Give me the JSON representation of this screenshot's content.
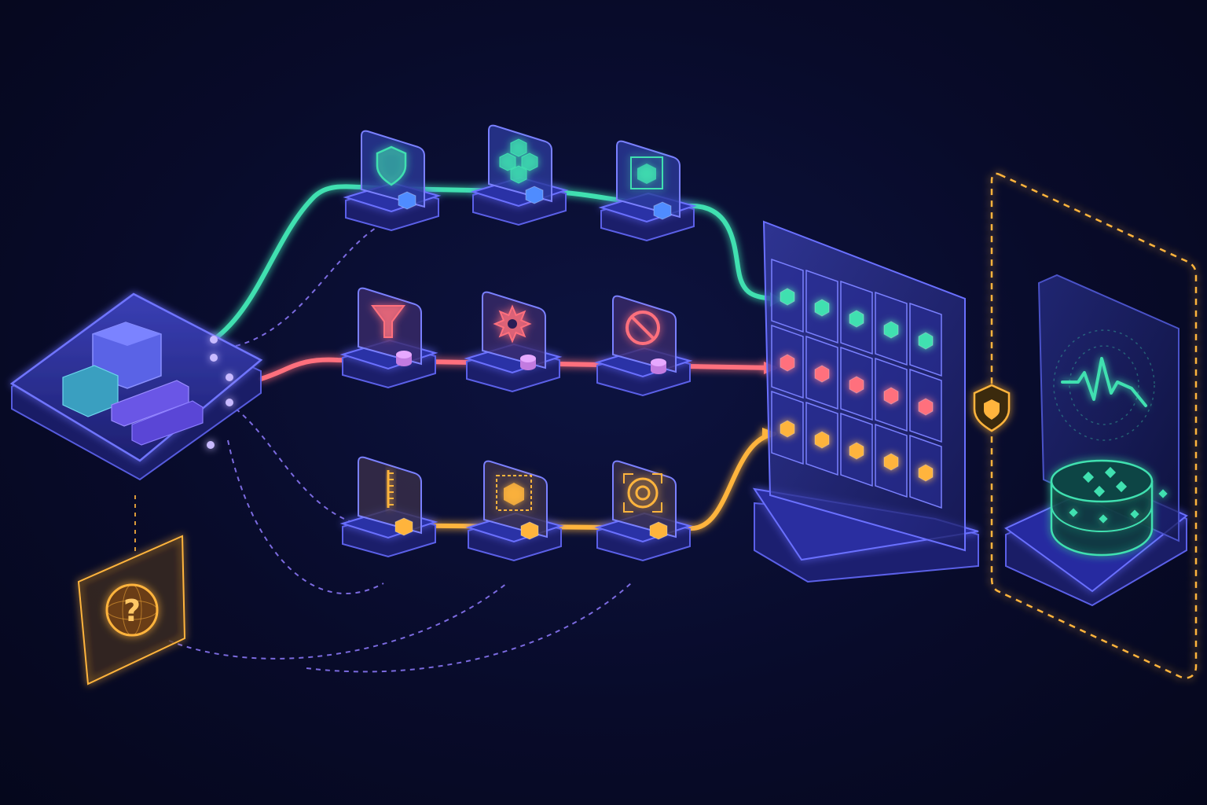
{
  "colors": {
    "background": "#080b2a",
    "teal": "#3fe0b0",
    "coral": "#ff6f7d",
    "amber": "#ffb43c",
    "violet": "#8f7bff",
    "indigo": "#4a4fd8",
    "panel": "#2a2f8a"
  },
  "source": {
    "icon": "stacked-blocks-icon"
  },
  "pipelines": [
    {
      "id": "teal",
      "color": "#3fe0b0",
      "stages": [
        {
          "icon": "shield-icon"
        },
        {
          "icon": "cube-cluster-icon"
        },
        {
          "icon": "framed-cube-icon"
        }
      ]
    },
    {
      "id": "coral",
      "color": "#ff6f7d",
      "stages": [
        {
          "icon": "funnel-icon"
        },
        {
          "icon": "gear-icon"
        },
        {
          "icon": "block-icon"
        }
      ]
    },
    {
      "id": "amber",
      "color": "#ffb43c",
      "stages": [
        {
          "icon": "ruler-icon"
        },
        {
          "icon": "crop-cube-icon"
        },
        {
          "icon": "target-icon"
        }
      ]
    }
  ],
  "grid": {
    "rows": 3,
    "columns": 5,
    "row_colors": [
      "#3fe0b0",
      "#ff6f7d",
      "#ffb43c"
    ]
  },
  "query": {
    "icon": "question-mark-icon",
    "text": "?"
  },
  "guard": {
    "icon": "shield-icon"
  },
  "monitor": {
    "icons": [
      "heartbeat-icon",
      "database-icon"
    ]
  }
}
